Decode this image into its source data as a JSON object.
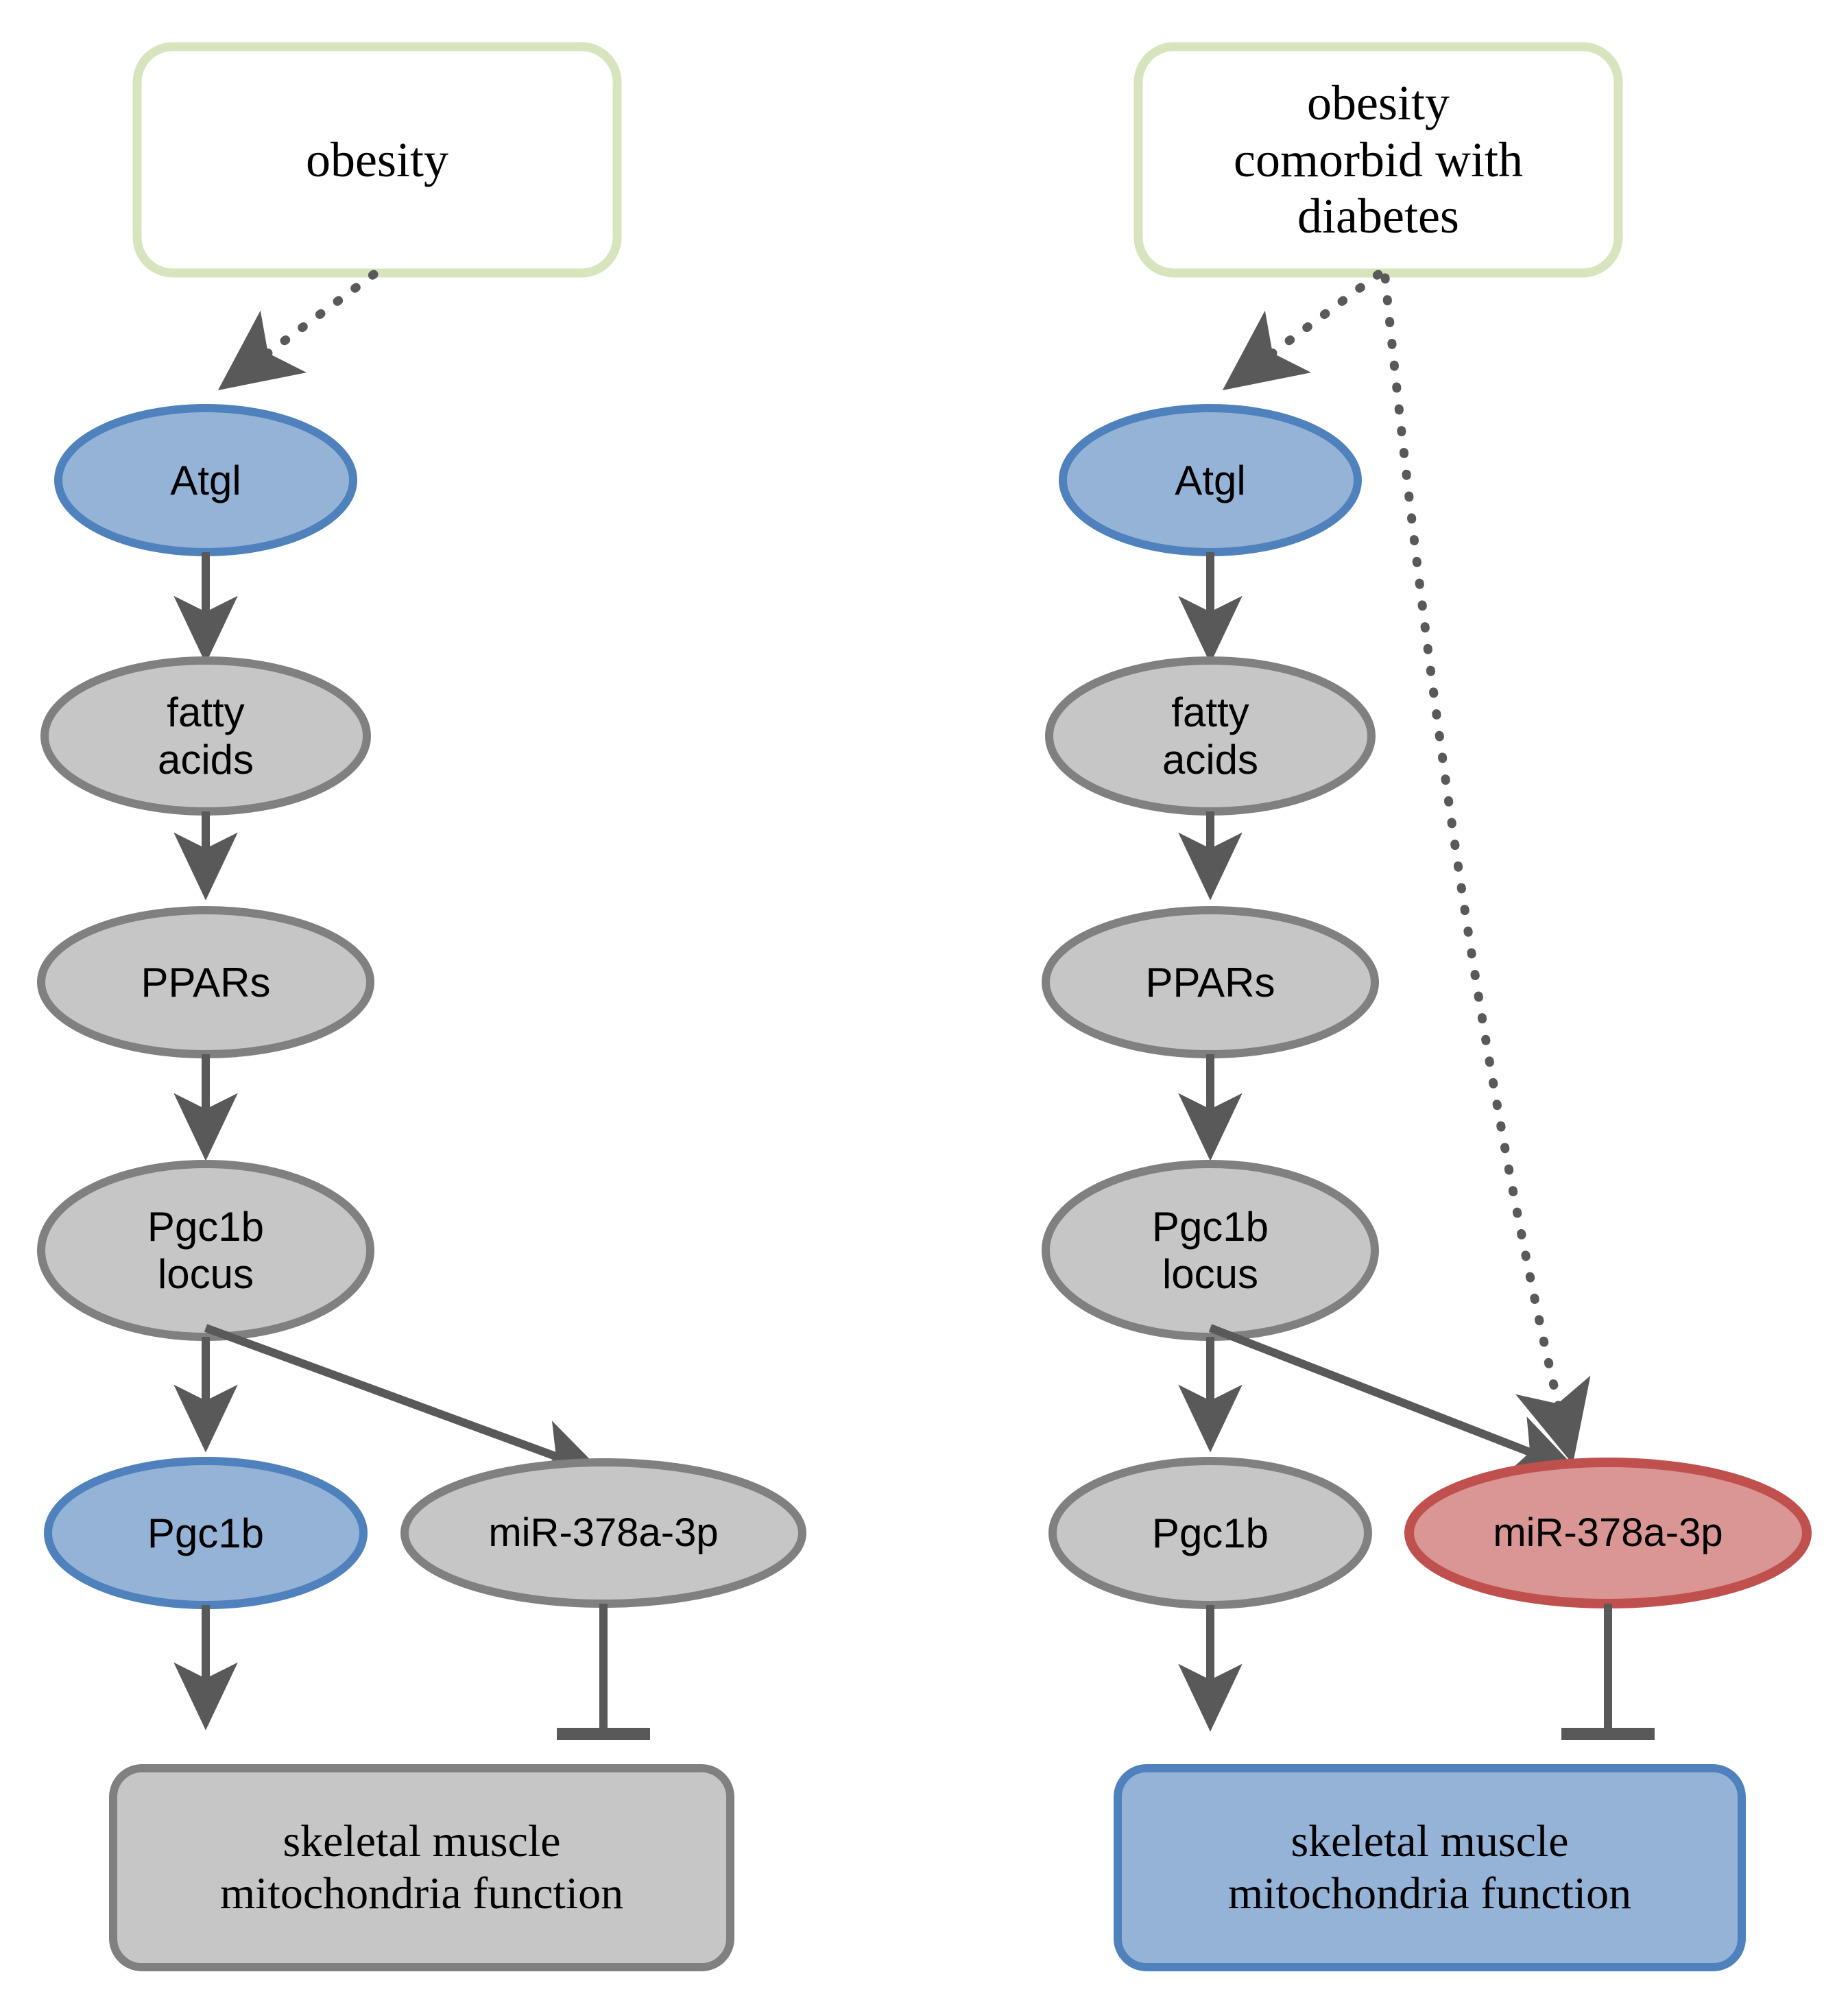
{
  "figure": {
    "type": "pathway-diagram",
    "panels": [
      {
        "id": "left",
        "condition_label": "obesity",
        "nodes": [
          {
            "id": "obesity",
            "label": "obesity",
            "shape": "rounded-rect",
            "fill": "#ffffff",
            "stroke": "#d7e4bd",
            "text_font": "serif"
          },
          {
            "id": "atgl",
            "label": "Atgl",
            "shape": "ellipse",
            "fill": "#95b3d7",
            "stroke": "#4f81bd",
            "text_font": "sans"
          },
          {
            "id": "fa",
            "label": "fatty\nacids",
            "shape": "ellipse",
            "fill": "#c6c6c6",
            "stroke": "#808080",
            "text_font": "sans"
          },
          {
            "id": "ppars",
            "label": "PPARs",
            "shape": "ellipse",
            "fill": "#c6c6c6",
            "stroke": "#808080",
            "text_font": "sans"
          },
          {
            "id": "locus",
            "label": "Pgc1b\nlocus",
            "shape": "ellipse",
            "fill": "#c6c6c6",
            "stroke": "#808080",
            "text_font": "sans"
          },
          {
            "id": "pgc1b",
            "label": "Pgc1b",
            "shape": "ellipse",
            "fill": "#95b3d7",
            "stroke": "#4f81bd",
            "text_font": "sans"
          },
          {
            "id": "mir",
            "label": "miR-378a-3p",
            "shape": "ellipse",
            "fill": "#c6c6c6",
            "stroke": "#808080",
            "text_font": "sans"
          },
          {
            "id": "muscle",
            "label": "skeletal muscle\nmitochondria function",
            "shape": "rounded-rect",
            "fill": "#c6c6c6",
            "stroke": "#808080",
            "text_font": "serif"
          }
        ],
        "edges": [
          {
            "from": "obesity",
            "to": "atgl",
            "style": "dotted",
            "head": "arrow"
          },
          {
            "from": "atgl",
            "to": "fa",
            "style": "solid",
            "head": "arrow"
          },
          {
            "from": "fa",
            "to": "ppars",
            "style": "solid",
            "head": "arrow"
          },
          {
            "from": "ppars",
            "to": "locus",
            "style": "solid",
            "head": "arrow"
          },
          {
            "from": "locus",
            "to": "pgc1b",
            "style": "solid",
            "head": "arrow"
          },
          {
            "from": "locus",
            "to": "mir",
            "style": "solid",
            "head": "arrow"
          },
          {
            "from": "pgc1b",
            "to": "muscle",
            "style": "solid",
            "head": "arrow"
          },
          {
            "from": "mir",
            "to": "muscle",
            "style": "solid",
            "head": "tbar"
          }
        ]
      },
      {
        "id": "right",
        "condition_label": "obesity comorbid with diabetes",
        "nodes": [
          {
            "id": "obesity",
            "label": "obesity\ncomorbid with\ndiabetes",
            "shape": "rounded-rect",
            "fill": "#ffffff",
            "stroke": "#d7e4bd",
            "text_font": "serif"
          },
          {
            "id": "atgl",
            "label": "Atgl",
            "shape": "ellipse",
            "fill": "#95b3d7",
            "stroke": "#4f81bd",
            "text_font": "sans"
          },
          {
            "id": "fa",
            "label": "fatty\nacids",
            "shape": "ellipse",
            "fill": "#c6c6c6",
            "stroke": "#808080",
            "text_font": "sans"
          },
          {
            "id": "ppars",
            "label": "PPARs",
            "shape": "ellipse",
            "fill": "#c6c6c6",
            "stroke": "#808080",
            "text_font": "sans"
          },
          {
            "id": "locus",
            "label": "Pgc1b\nlocus",
            "shape": "ellipse",
            "fill": "#c6c6c6",
            "stroke": "#808080",
            "text_font": "sans"
          },
          {
            "id": "pgc1b",
            "label": "Pgc1b",
            "shape": "ellipse",
            "fill": "#c6c6c6",
            "stroke": "#808080",
            "text_font": "sans"
          },
          {
            "id": "mir",
            "label": "miR-378a-3p",
            "shape": "ellipse",
            "fill": "#d99694",
            "stroke": "#c0504d",
            "text_font": "sans"
          },
          {
            "id": "muscle",
            "label": "skeletal muscle\nmitochondria function",
            "shape": "rounded-rect",
            "fill": "#95b3d7",
            "stroke": "#4f81bd",
            "text_font": "serif"
          }
        ],
        "edges": [
          {
            "from": "obesity",
            "to": "atgl",
            "style": "dotted",
            "head": "arrow"
          },
          {
            "from": "obesity",
            "to": "mir",
            "style": "dotted",
            "head": "arrow"
          },
          {
            "from": "atgl",
            "to": "fa",
            "style": "solid",
            "head": "arrow"
          },
          {
            "from": "fa",
            "to": "ppars",
            "style": "solid",
            "head": "arrow"
          },
          {
            "from": "ppars",
            "to": "locus",
            "style": "solid",
            "head": "arrow"
          },
          {
            "from": "locus",
            "to": "pgc1b",
            "style": "solid",
            "head": "arrow"
          },
          {
            "from": "locus",
            "to": "mir",
            "style": "solid",
            "head": "arrow"
          },
          {
            "from": "pgc1b",
            "to": "muscle",
            "style": "solid",
            "head": "arrow"
          },
          {
            "from": "mir",
            "to": "muscle",
            "style": "solid",
            "head": "tbar"
          }
        ]
      }
    ],
    "colors": {
      "blue_fill": "#95b3d7",
      "blue_stroke": "#4f81bd",
      "gray_fill": "#c6c6c6",
      "gray_stroke": "#808080",
      "red_fill": "#d99694",
      "red_stroke": "#c0504d",
      "green_stroke": "#d7e4bd",
      "white_fill": "#ffffff",
      "connector": "#595959",
      "text": "#000000"
    }
  },
  "labels": {
    "left": {
      "obesity": "obesity",
      "atgl": "Atgl",
      "fatty_acids": "fatty\nacids",
      "ppars": "PPARs",
      "pgc1b_locus": "Pgc1b\nlocus",
      "pgc1b": "Pgc1b",
      "mir": "miR-378a-3p",
      "muscle": "skeletal muscle\nmitochondria function"
    },
    "right": {
      "obesity": "obesity\ncomorbid with\ndiabetes",
      "atgl": "Atgl",
      "fatty_acids": "fatty\nacids",
      "ppars": "PPARs",
      "pgc1b_locus": "Pgc1b\nlocus",
      "pgc1b": "Pgc1b",
      "mir": "miR-378a-3p",
      "muscle": "skeletal muscle\nmitochondria function"
    }
  }
}
